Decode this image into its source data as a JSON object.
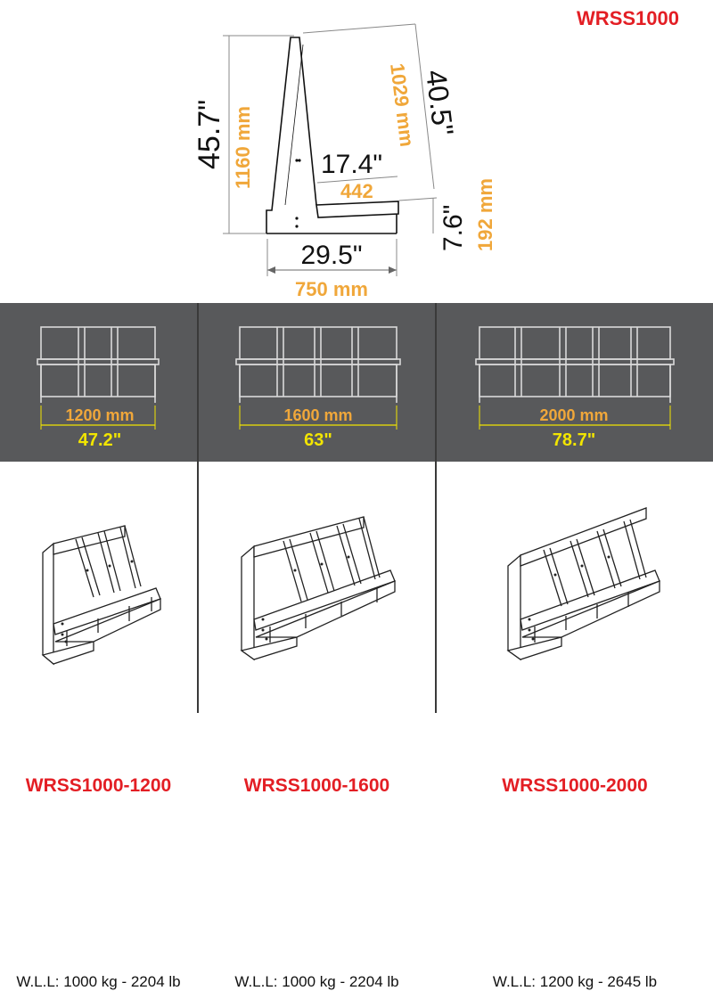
{
  "title": "WRSS1000",
  "side_view": {
    "height_in": "45.7\"",
    "height_mm": "1160 mm",
    "back_in": "40.5\"",
    "back_mm": "1029 mm",
    "shelf_in": "17.4\"",
    "shelf_mm": "442",
    "base_h_in": "7.6\"",
    "base_h_mm": "192 mm",
    "depth_in": "29.5\"",
    "depth_mm": "750 mm"
  },
  "variants": [
    {
      "model": "WRSS1000-1200",
      "length_mm": "1200 mm",
      "length_in": "47.2\"",
      "wll": "W.L.L: 1000 kg - 2204 lb"
    },
    {
      "model": "WRSS1000-1600",
      "length_mm": "1600 mm",
      "length_in": "63\"",
      "wll": "W.L.L: 1000 kg - 2204 lb"
    },
    {
      "model": "WRSS1000-2000",
      "length_mm": "2000 mm",
      "length_in": "78.7\"",
      "wll": "W.L.L: 1200 kg - 2645 lb"
    }
  ],
  "colors": {
    "accent_red": "#e31e24",
    "metric_orange": "#f0a73a",
    "imperial_yellow": "#f2e500",
    "band_gray": "#58595b"
  }
}
